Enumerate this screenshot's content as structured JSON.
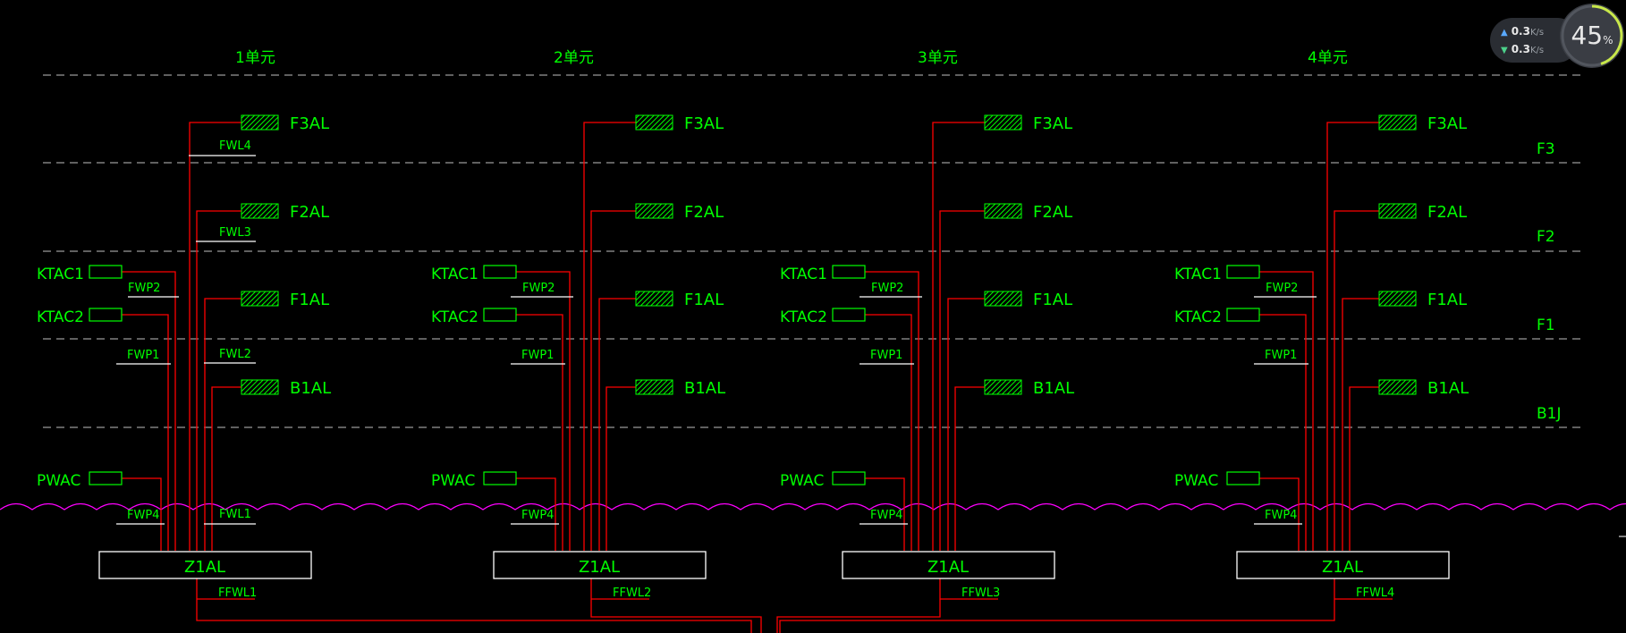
{
  "units": [
    {
      "title": "1单元",
      "fwl4": "FWL4",
      "fwl3": "FWL3",
      "fwl2": "FWL2",
      "fwl1": "FWL1",
      "main": "Z1AL",
      "ffwl": "FFWL1"
    },
    {
      "title": "2单元",
      "fwl4": "",
      "fwl3": "",
      "fwl2": "",
      "fwl1": "",
      "main": "Z1AL",
      "ffwl": "FFWL2"
    },
    {
      "title": "3单元",
      "fwl4": "",
      "fwl3": "",
      "fwl2": "",
      "fwl1": "",
      "main": "Z1AL",
      "ffwl": "FFWL3"
    },
    {
      "title": "4单元",
      "fwl4": "",
      "fwl3": "",
      "fwl2": "",
      "fwl1": "",
      "main": "Z1AL",
      "ffwl": "FFWL4"
    }
  ],
  "panels": {
    "f3": "F3AL",
    "f2": "F2AL",
    "f1": "F1AL",
    "b1": "B1AL"
  },
  "equipment": {
    "ktac1": "KTAC1",
    "ktac2": "KTAC2",
    "pwac": "PWAC"
  },
  "cables": {
    "fwp2": "FWP2",
    "fwp1": "FWP1",
    "fwp4": "FWP4"
  },
  "floors": [
    "F3",
    "F2",
    "F1",
    "B1J"
  ],
  "net_speed": {
    "up_value": "0.3",
    "up_unit": "K/s",
    "down_value": "0.3",
    "down_unit": "K/s"
  },
  "gauge": {
    "value": "45",
    "unit": "%",
    "fraction": 0.45
  },
  "colors": {
    "background": "#000000",
    "wire": "#ff0000",
    "text": "#00ff00",
    "outline": "#ffffff",
    "dash": "#9a9a9a",
    "break_line": "#ff00ff",
    "hatch": "#00ff00"
  }
}
